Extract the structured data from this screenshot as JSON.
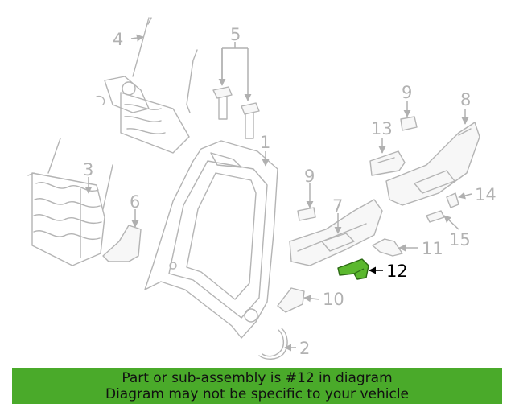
{
  "callouts": {
    "c1": "1",
    "c2": "2",
    "c3": "3",
    "c4": "4",
    "c5": "5",
    "c6": "6",
    "c7": "7",
    "c8": "8",
    "c9a": "9",
    "c9b": "9",
    "c10": "10",
    "c11": "11",
    "c12": "12",
    "c13": "13",
    "c14": "14",
    "c15": "15"
  },
  "highlight": {
    "part_number": "12",
    "color": "#5bb82e"
  },
  "banner": {
    "line1": "Part or sub-assembly is #12 in diagram",
    "line2": "Diagram may not be specific to your vehicle",
    "background": "#4aaa2a"
  }
}
